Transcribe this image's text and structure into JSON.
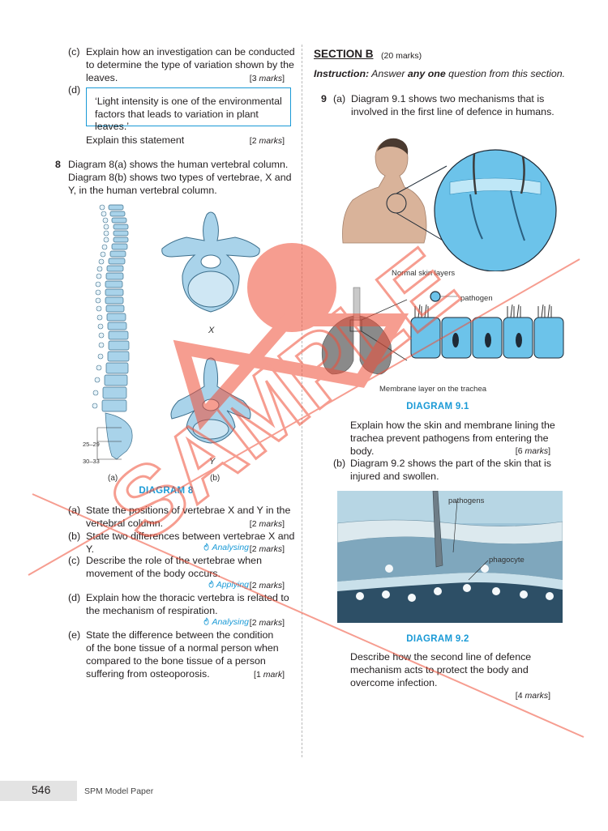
{
  "left": {
    "q7c": {
      "label": "(c)",
      "lines": [
        "Explain how an investigation can be conducted",
        "to determine the type of variation shown by the",
        "leaves."
      ],
      "marks_num": "3",
      "marks_word": "marks"
    },
    "q7d": {
      "label": "(d)",
      "quote_lines": [
        "‘Light intensity is one of the environmental",
        "factors that leads to variation in plant leaves.’"
      ],
      "instruction": "Explain this statement",
      "marks_num": "2",
      "marks_word": "marks"
    },
    "q8": {
      "number": "8",
      "intro_lines": [
        "Diagram 8(a) shows the human vertebral column.",
        "Diagram 8(b) shows two types of vertebrae, X and",
        "Y, in the human vertebral column."
      ],
      "diagram": {
        "spine_ranges": [
          "25–29",
          "30–33"
        ],
        "label_x": "X",
        "label_y": "Y",
        "sub_a": "(a)",
        "sub_b": "(b)",
        "title": "DIAGRAM 8"
      },
      "parts": [
        {
          "label": "(a)",
          "lines": [
            "State the positions of vertebrae X and Y in the",
            "vertebral column."
          ],
          "marks_num": "2",
          "marks_word": "marks",
          "skill": ""
        },
        {
          "label": "(b)",
          "lines": [
            "State two differences between vertebrae X and",
            "Y."
          ],
          "marks_num": "2",
          "marks_word": "marks",
          "skill": "Analysing"
        },
        {
          "label": "(c)",
          "lines": [
            "Describe the role of the vertebrae when",
            "movement of the body occurs."
          ],
          "marks_num": "2",
          "marks_word": "marks",
          "skill": "Applying"
        },
        {
          "label": "(d)",
          "lines": [
            "Explain how the thoracic vertebra is related to",
            "the mechanism of respiration."
          ],
          "marks_num": "2",
          "marks_word": "marks",
          "skill": "Analysing"
        },
        {
          "label": "(e)",
          "lines": [
            "State the difference between the condition",
            "of the bone tissue of a normal person when",
            "compared to the bone tissue of a person",
            "suffering from osteoporosis."
          ],
          "marks_num": "1",
          "marks_word": "mark",
          "skill": ""
        }
      ]
    }
  },
  "right": {
    "section_title": "SECTION B",
    "section_marks": "(20 marks)",
    "instruction_label": "Instruction:",
    "instruction_pre": "Answer ",
    "instruction_bold": "any one",
    "instruction_post": " question from this section.",
    "q9": {
      "number": "9",
      "a_label": "(a)",
      "a_lines": [
        "Diagram 9.1 shows two mechanisms that is",
        "involved in the first line of defence in humans."
      ],
      "caption_skin": "Normal skin layers",
      "caption_pathogen": "pathogen",
      "caption_trachea": "Membrane layer on the trachea",
      "diagram1_title": "DIAGRAM 9.1",
      "a_explain_lines": [
        "Explain how the skin and membrane lining the",
        "trachea prevent pathogens from entering the",
        "body."
      ],
      "a_marks_num": "6",
      "a_marks_word": "marks",
      "b_label": "(b)",
      "b_lines": [
        "Diagram 9.2 shows the part of the skin that is",
        "injured and swollen."
      ],
      "caption_pathogens": "pathogens",
      "caption_phagocyte": "phagocyte",
      "diagram2_title": "DIAGRAM 9.2",
      "b_desc_lines": [
        "Describe how the second line of defence",
        "mechanism acts to protect the body and",
        "overcome infection."
      ],
      "b_marks_num": "4",
      "b_marks_word": "marks"
    }
  },
  "footer": {
    "page_number": "546",
    "source": "SPM Model Paper"
  },
  "watermark": {
    "text": "SAMPLE"
  },
  "colors": {
    "accent": "#1a9ad6",
    "watermark": "#f04e37",
    "bone": "#a9d3ea"
  }
}
